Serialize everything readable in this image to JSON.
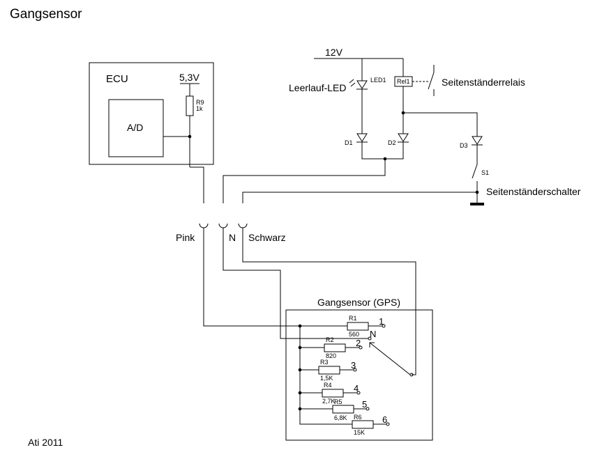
{
  "title": "Gangsensor",
  "footer": "Ati 2011",
  "ecu": {
    "label": "ECU",
    "voltage": "5,3V",
    "adc": "A/D",
    "resistor_name": "R9",
    "resistor_value": "1k"
  },
  "supply": "12V",
  "led": {
    "name": "LED1",
    "label": "Leerlauf-LED"
  },
  "relay": {
    "name": "Rel1",
    "label": "Seitenständerrelais"
  },
  "diodes": [
    "D1",
    "D2",
    "D3"
  ],
  "switch": {
    "name": "S1",
    "label": "Seitenständerschalter"
  },
  "connector": {
    "pink": "Pink",
    "n": "N",
    "schwarz": "Schwarz"
  },
  "gps": {
    "label": "Gangsensor (GPS)",
    "neutral": "N",
    "resistors": [
      {
        "name": "R1",
        "value": "560",
        "position": "1"
      },
      {
        "name": "R2",
        "value": "820",
        "position": "2"
      },
      {
        "name": "R3",
        "value": "1,5K",
        "position": "3"
      },
      {
        "name": "R4",
        "value": "2,7K",
        "position": "4"
      },
      {
        "name": "R5",
        "value": "6,8K",
        "position": "5"
      },
      {
        "name": "R6",
        "value": "15K",
        "position": "6"
      }
    ]
  }
}
